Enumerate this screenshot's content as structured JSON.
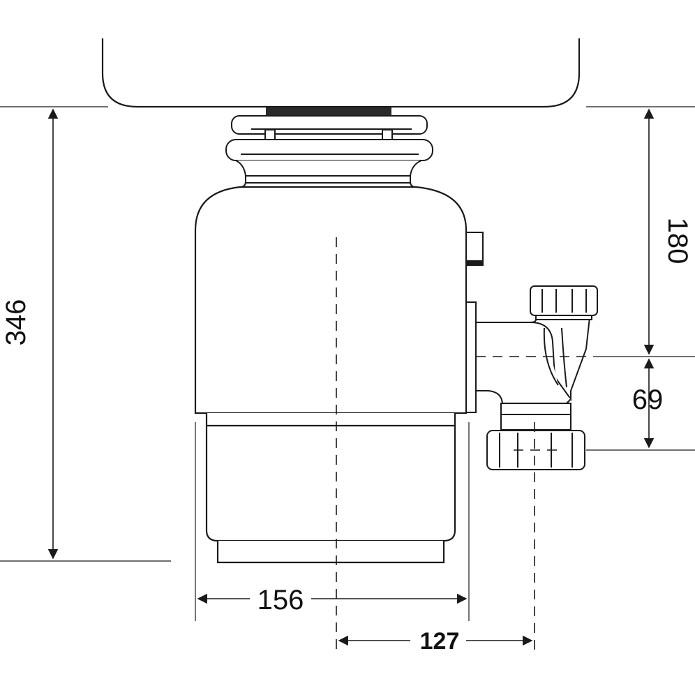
{
  "diagram": {
    "type": "technical-dimension-drawing",
    "subject": "sink-mounted unit with outlet elbow",
    "colors": {
      "line": "#1a1a1a",
      "fill": "#ffffff",
      "gasket": "#2a2a2a",
      "background": "#ffffff"
    },
    "dimensions": {
      "overall_height": "346",
      "outlet_height": "180",
      "outlet_spacing": "69",
      "body_width": "156",
      "outlet_offset": "127"
    }
  }
}
